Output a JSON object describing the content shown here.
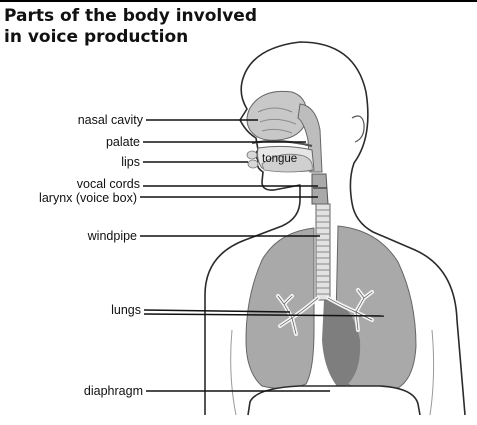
{
  "title": {
    "line1": "Parts of the body involved",
    "line2": "in voice production"
  },
  "labels": {
    "nasal_cavity": "nasal cavity",
    "palate": "palate",
    "lips": "lips",
    "tongue": "tongue",
    "vocal_cords": "vocal cords",
    "larynx": "larynx (voice box)",
    "windpipe": "windpipe",
    "lungs": "lungs",
    "diaphragm": "diaphragm"
  }
}
